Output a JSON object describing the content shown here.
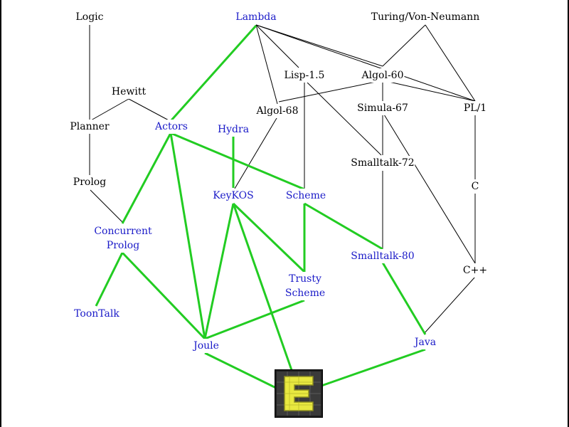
{
  "colors": {
    "black_edge": "#000000",
    "green_edge": "#22cc22",
    "blue_text": "#1a1ac8",
    "black_text": "#000000",
    "logo_bg": "#2a2a2a",
    "logo_fg": "#e8e840"
  },
  "logo": {
    "letter": "E",
    "icon": "e-language-logo-icon"
  },
  "nodes": {
    "logic": "Logic",
    "lambda": "Lambda",
    "turing": "Turing/Von-Neumann",
    "lisp": "Lisp-1.5",
    "algol60": "Algol-60",
    "hewitt": "Hewitt",
    "planner": "Planner",
    "actors": "Actors",
    "hydra": "Hydra",
    "algol68": "Algol-68",
    "simula": "Simula-67",
    "pl1": "PL/1",
    "smalltalk72": "Smalltalk-72",
    "prolog": "Prolog",
    "keykos": "KeyKOS",
    "scheme": "Scheme",
    "c": "C",
    "concurrent_prolog_1": "Concurrent",
    "concurrent_prolog_2": "Prolog",
    "smalltalk80": "Smalltalk-80",
    "cpp": "C++",
    "trusty_1": "Trusty",
    "trusty_2": "Scheme",
    "toontalk": "ToonTalk",
    "joule": "Joule",
    "java": "Java"
  }
}
